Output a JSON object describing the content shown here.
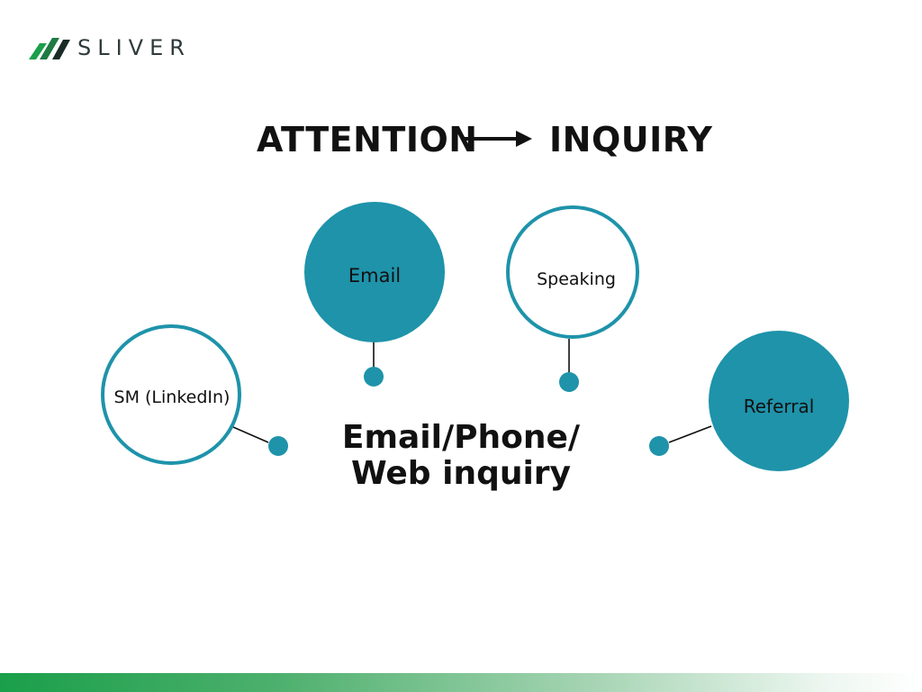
{
  "brand": {
    "name": "SLIVER",
    "accent": "#1a9f4a"
  },
  "heading": {
    "left": "ATTENTION",
    "right": "INQUIRY",
    "arrow_icon": "arrow-right-icon"
  },
  "nodes": {
    "email": {
      "label": "Email",
      "style": "filled"
    },
    "speaking": {
      "label": "Speaking",
      "style": "outline"
    },
    "sm": {
      "label": "SM (LinkedIn)",
      "style": "outline"
    },
    "referral": {
      "label": "Referral",
      "style": "filled"
    }
  },
  "center": {
    "line1": "Email/Phone/",
    "line2": "Web inquiry"
  },
  "colors": {
    "teal": "#1e93aa",
    "text": "#111111",
    "logo_text": "#2e3b3a"
  }
}
